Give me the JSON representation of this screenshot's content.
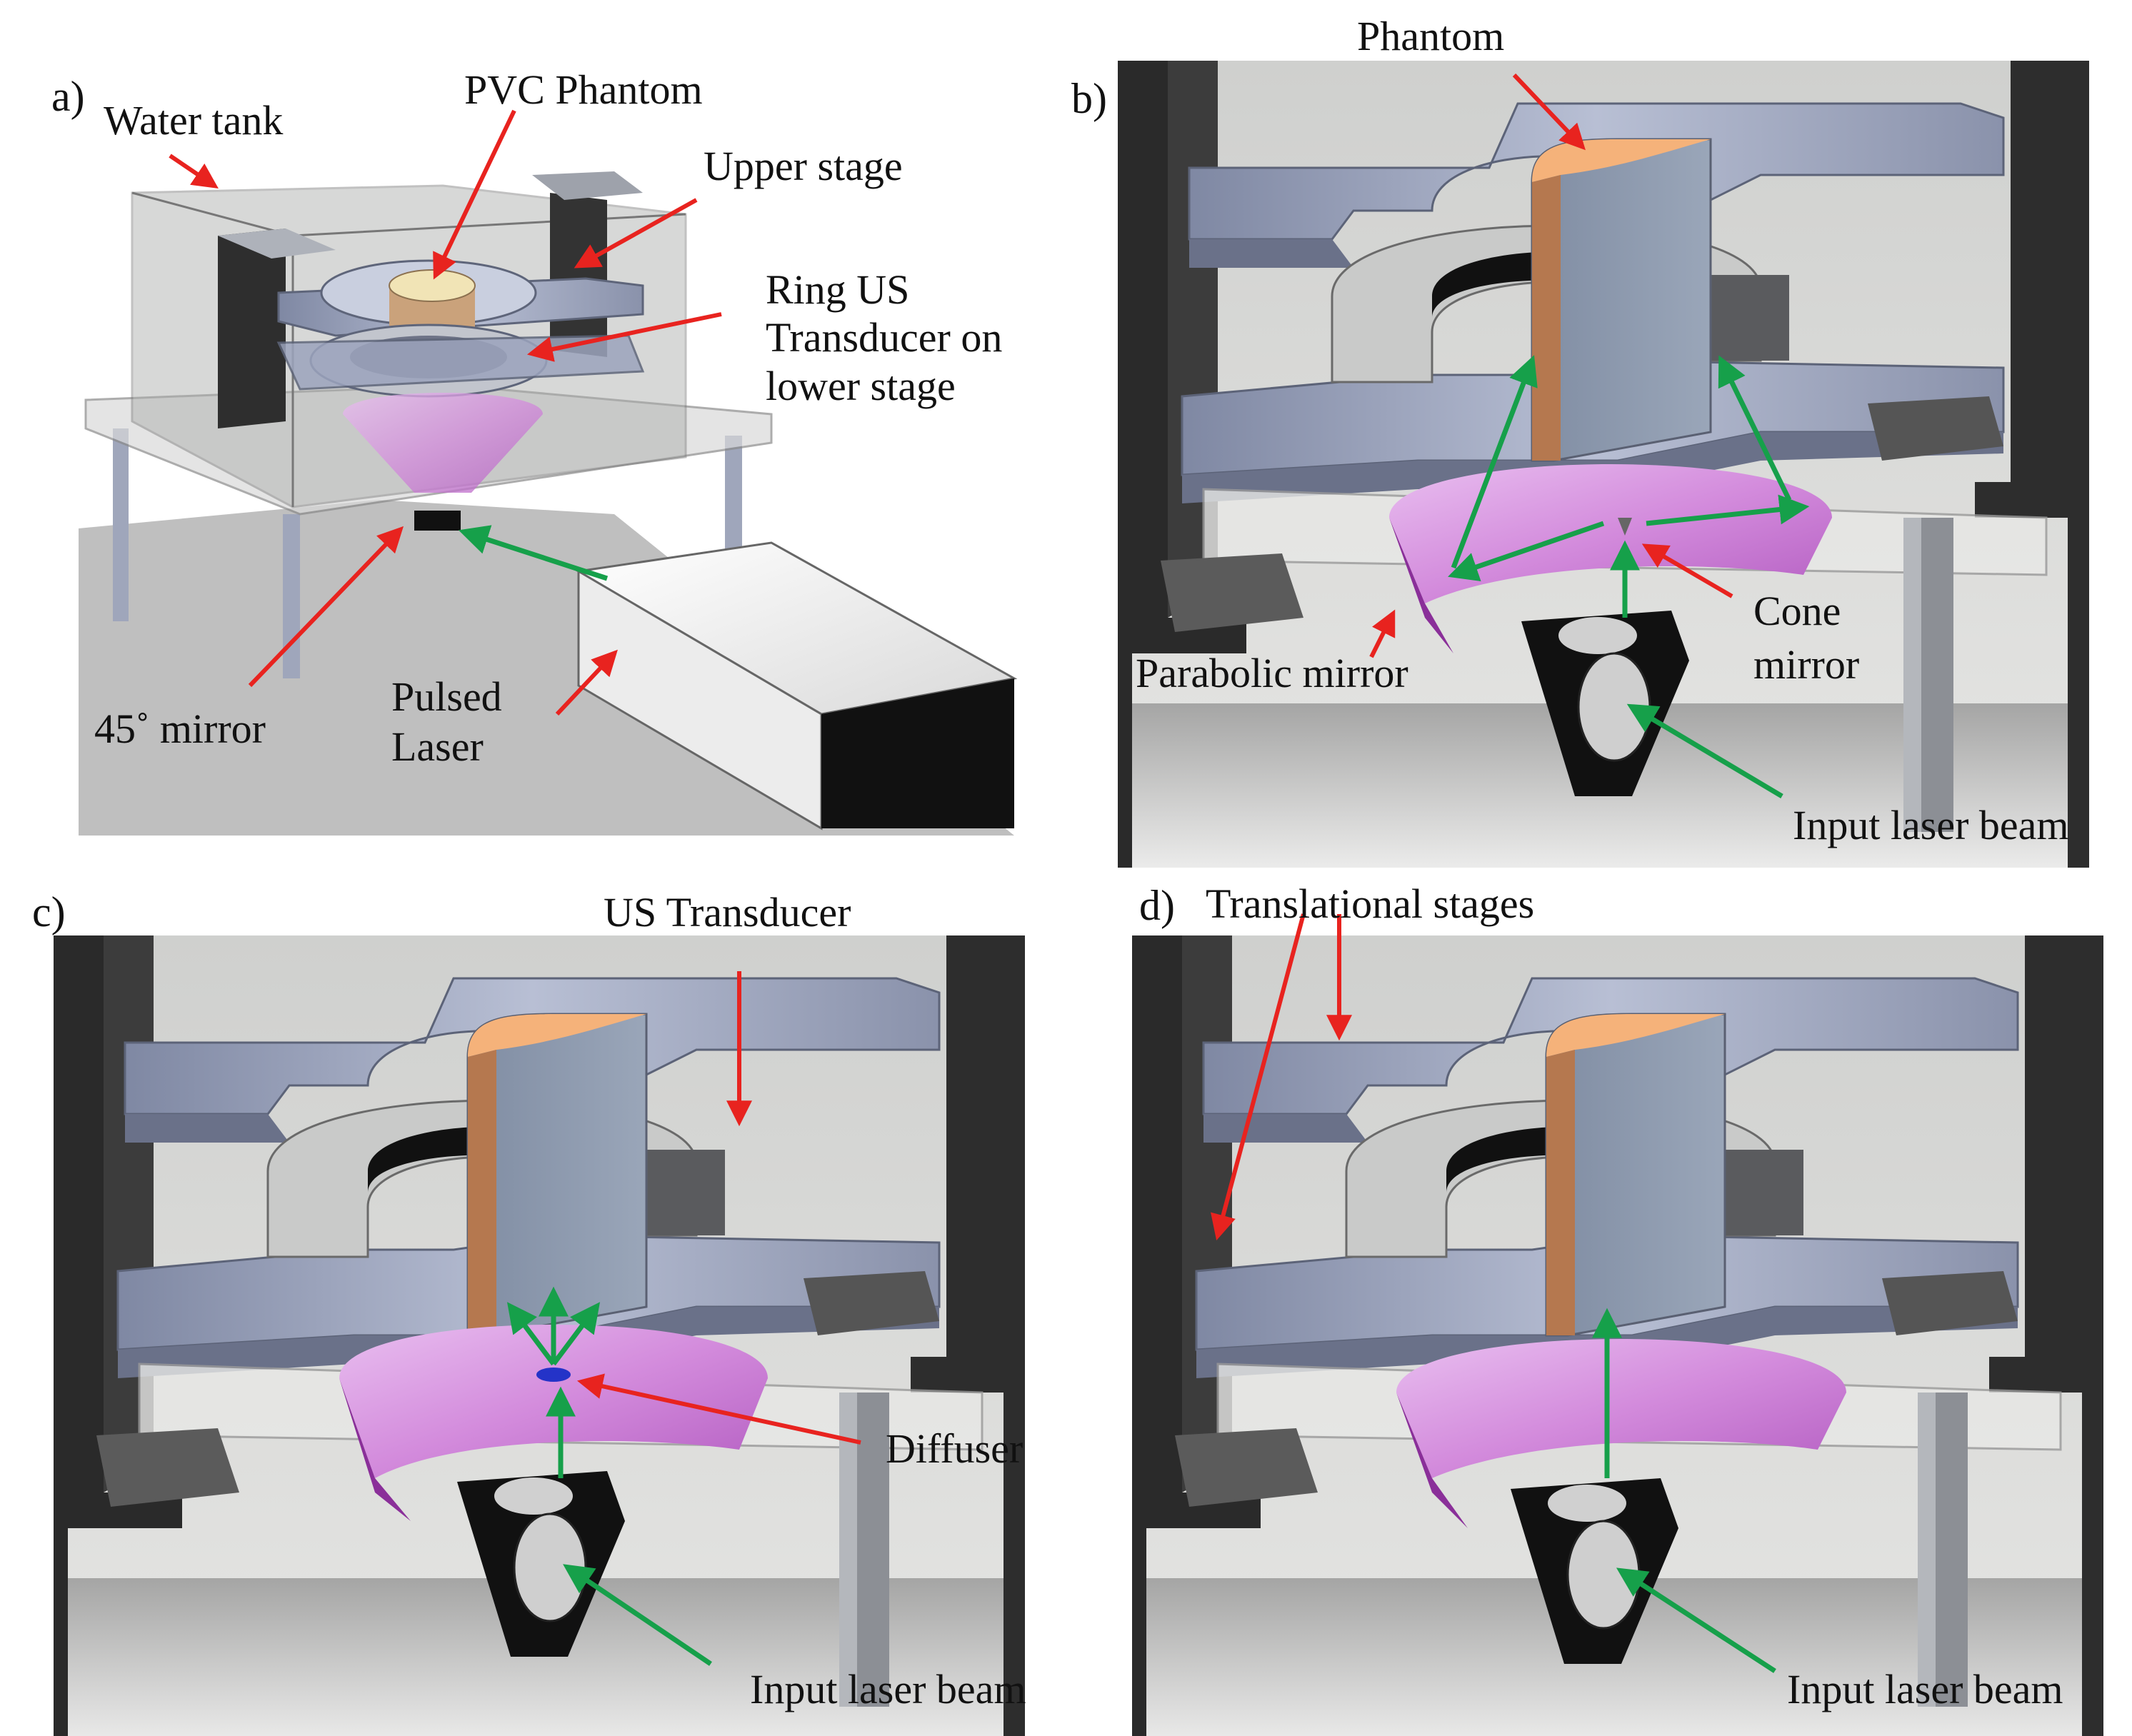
{
  "colors": {
    "red_arrow": "#e8231f",
    "green_arrow": "#16a04a",
    "steel": "#9ca4bd",
    "steel_dark": "#6f778f",
    "phantom_top": "#f5b27a",
    "phantom_side": "#8c99ae",
    "phantom_edge": "#b5784f",
    "mirror_pink": "#d89be0",
    "mirror_purple": "#9b3aa8",
    "tank_gray": "#c7c9c7",
    "laser_body": "#f4f4f4",
    "black_block": "#111111",
    "diffuser_blue": "#2433c8"
  },
  "panels": {
    "a": {
      "letter": "a)",
      "water_tank": "Water tank",
      "pvc_phantom": "PVC Phantom",
      "upper_stage": "Upper stage",
      "ring_us_line1": "Ring US",
      "ring_us_line2": "Transducer on",
      "ring_us_line3": "lower stage",
      "mirror45": "45˚ mirror",
      "pulsed": "Pulsed",
      "laser": "Laser"
    },
    "b": {
      "letter": "b)",
      "phantom": "Phantom",
      "cone_line1": "Cone",
      "cone_line2": "mirror",
      "parabolic": "Parabolic mirror",
      "input_beam": "Input laser beam"
    },
    "c": {
      "letter": "c)",
      "us_transducer": "US Transducer",
      "diffuser": "Diffuser",
      "input_beam": "Input laser beam"
    },
    "d": {
      "letter": "d)",
      "translational": "Translational stages",
      "input_beam": "Input laser beam"
    }
  }
}
